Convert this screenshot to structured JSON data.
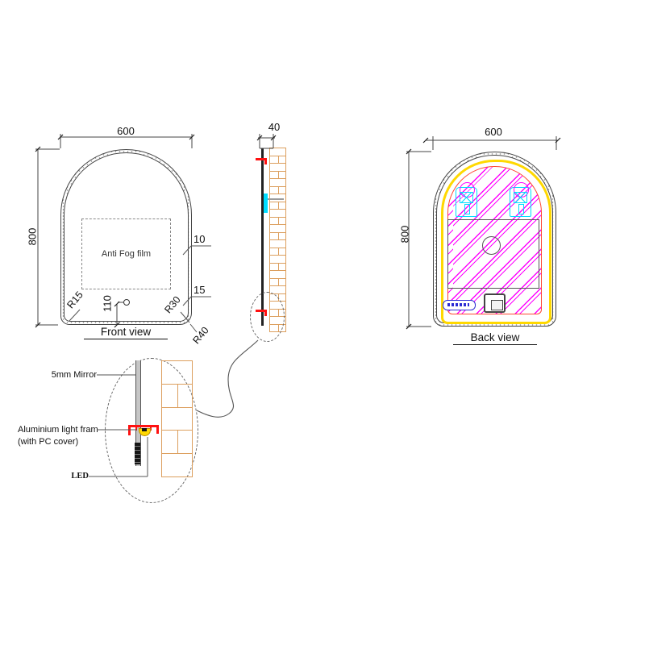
{
  "front_view": {
    "title": "Front view",
    "width": "600",
    "height": "800",
    "film_label": "Anti Fog film",
    "edge_top": "10",
    "edge_bottom": "15",
    "sensor_height": "110",
    "radius_bottom_left": "R15",
    "radius_bottom_right_inner": "R30",
    "radius_bottom_right_outer": "R40"
  },
  "side_view": {
    "depth": "40"
  },
  "back_view": {
    "title": "Back view",
    "width": "600",
    "height": "800"
  },
  "detail_view": {
    "mirror_label": "5mm Mirror",
    "frame_label_line1": "Aluminium light fram",
    "frame_label_line2": "(with PC cover)",
    "led_label": "LED"
  },
  "colors": {
    "hatch": "#ff00ff",
    "yellow": "#ffd800",
    "redline": "#ff4633",
    "cyan": "#00dcff",
    "brick": "#dc9f5e",
    "clip": "#ff1111"
  }
}
